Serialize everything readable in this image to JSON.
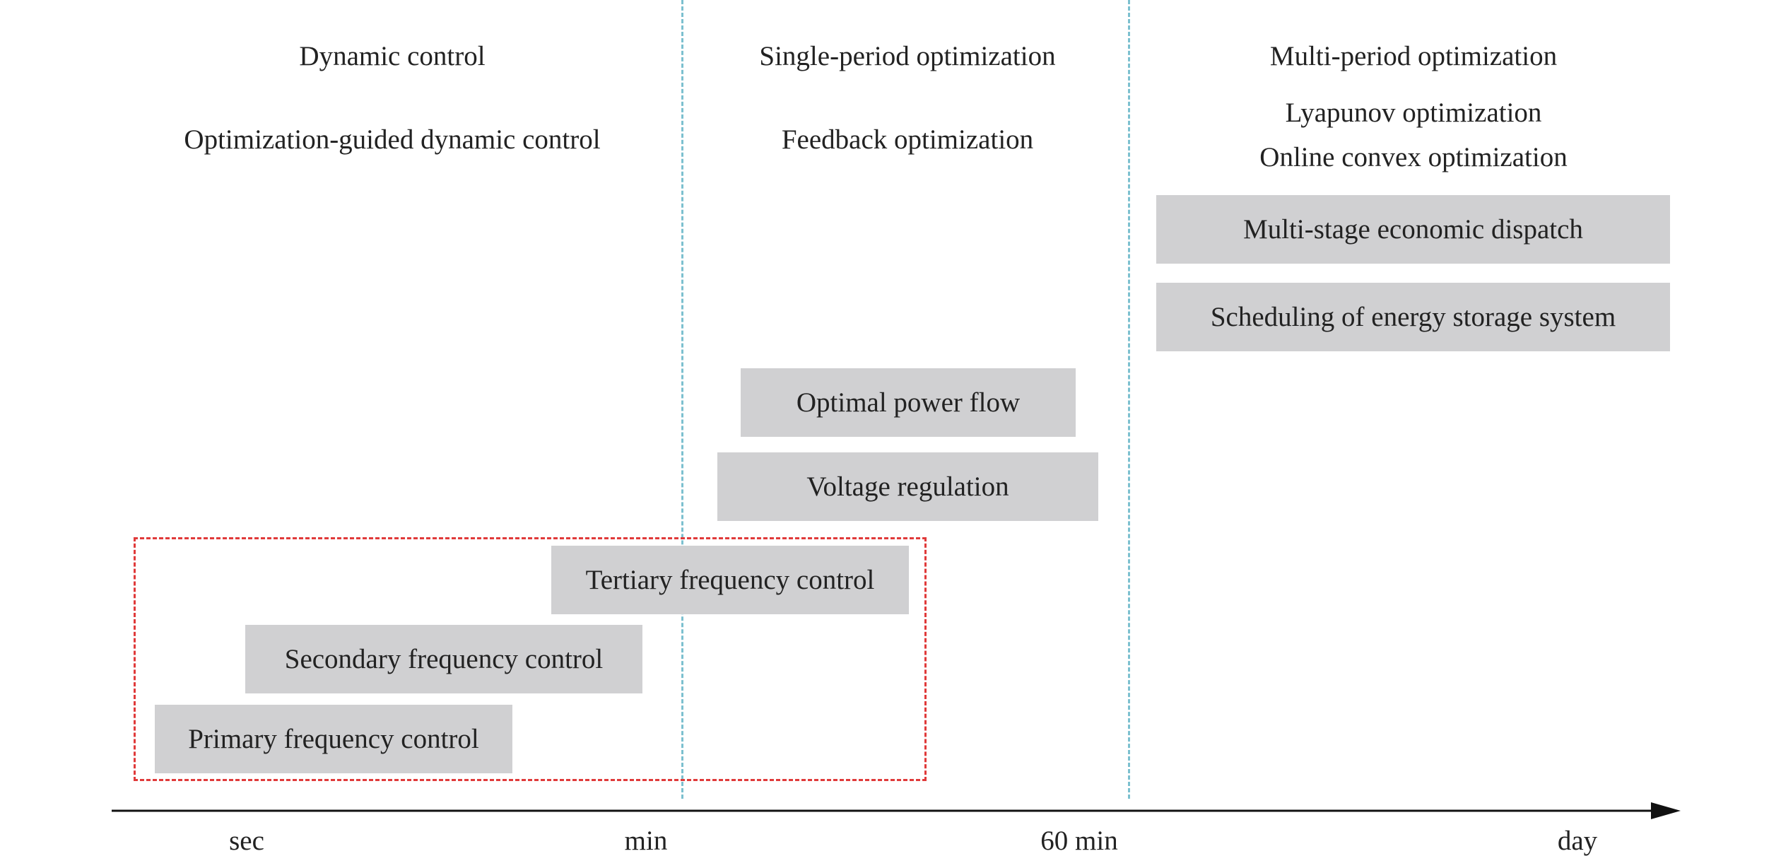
{
  "columns": {
    "col1": {
      "heading": "Dynamic control",
      "subheading": "Optimization-guided dynamic control"
    },
    "col2": {
      "heading": "Single-period optimization",
      "subheading": "Feedback optimization"
    },
    "col3": {
      "heading": "Multi-period optimization",
      "sub1": "Lyapunov optimization",
      "sub2": "Online convex optimization"
    }
  },
  "boxes": {
    "multi_stage": "Multi-stage economic dispatch",
    "storage": "Scheduling of energy storage system",
    "opf": "Optimal power flow",
    "voltage": "Voltage regulation",
    "tertiary": "Tertiary frequency control",
    "secondary": "Secondary frequency control",
    "primary": "Primary frequency control"
  },
  "axis": {
    "ticks": [
      "sec",
      "min",
      "60 min",
      "day"
    ]
  },
  "colors": {
    "box_fill": "#d0d0d2",
    "divider": "#7cc0cf",
    "highlight": "#e03a3a",
    "axis": "#111111"
  }
}
